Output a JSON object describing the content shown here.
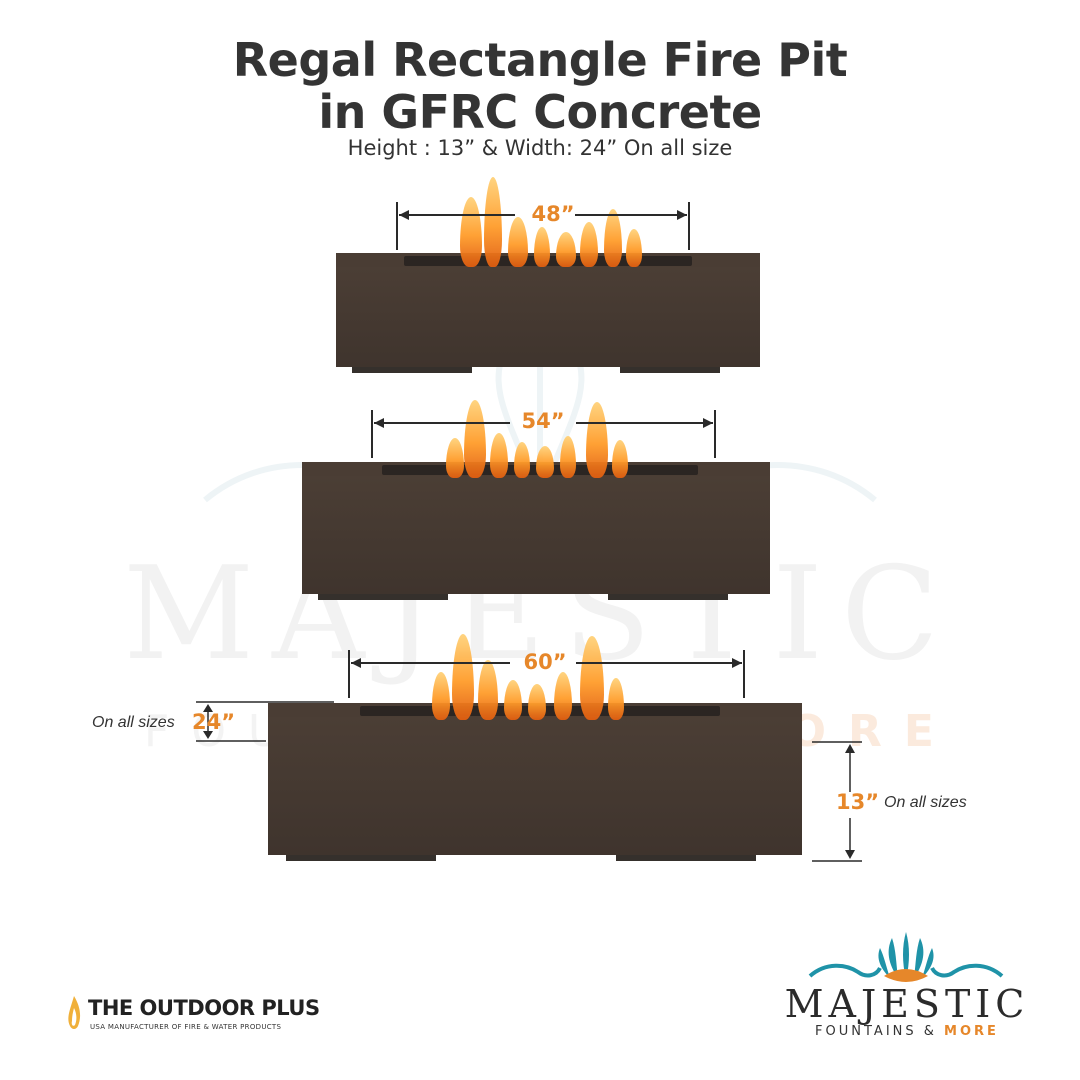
{
  "title_line1": "Regal Rectangle Fire Pit",
  "title_line2": "in GFRC Concrete",
  "subtitle": "Height : 13” & Width: 24” On all size",
  "sizes": [
    {
      "label": "48”"
    },
    {
      "label": "54”"
    },
    {
      "label": "60”"
    }
  ],
  "width_dim": {
    "value": "24”",
    "note": "On all sizes"
  },
  "height_dim": {
    "value": "13”",
    "note": "On all sizes"
  },
  "watermark": {
    "main": "MAJESTIC",
    "sub_lead": "FOUNTAINS &",
    "sub_accent": "MORE"
  },
  "brand_left": {
    "name": "THE OUTDOOR PLUS",
    "tagline": "USA MANUFACTURER OF FIRE & WATER PRODUCTS"
  },
  "brand_right": {
    "name": "MAJESTIC",
    "tagline_lead": "FOUNTAINS &",
    "tagline_accent": "MORE"
  },
  "colors": {
    "accent": "#e6872a",
    "pit": "#463a31",
    "teal": "#1f93a8"
  },
  "icons": [
    "flame-icon",
    "fountain-icon",
    "dimension-arrow-icon"
  ]
}
